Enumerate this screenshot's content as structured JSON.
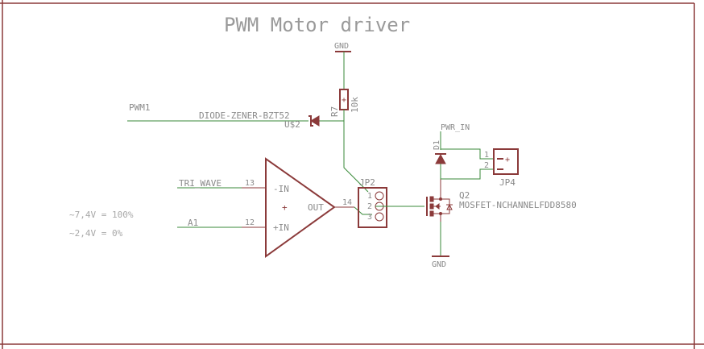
{
  "title": "PWM Motor driver",
  "colors": {
    "symbol": "#8b3a3a",
    "wire": "#3a8a3a",
    "text": "#8a8a8a"
  },
  "nets": {
    "gnd_top": "GND",
    "gnd_bottom": "GND",
    "pwm1": "PWM1",
    "tri_wave": "TRI_WAVE",
    "a1": "A1",
    "pwr_in": "PWR_IN"
  },
  "components": {
    "r7": {
      "name": "R7",
      "value": "10k"
    },
    "zener": {
      "name": "U$2",
      "value": "DIODE-ZENER-BZT52"
    },
    "opamp": {
      "pin_minus_label": "-IN",
      "pin_plus_label": "+IN",
      "out_label": "OUT",
      "center_mark": "+",
      "pin_minus_num": "13",
      "pin_plus_num": "12",
      "pin_out_num": "14"
    },
    "jp2": {
      "name": "JP2",
      "pins": [
        "1",
        "2",
        "3"
      ]
    },
    "q2": {
      "name": "Q2",
      "value": "MOSFET-NCHANNELFDD8580"
    },
    "d1": {
      "name": "D1"
    },
    "jp4": {
      "name": "JP4",
      "pins": [
        "1",
        "2"
      ],
      "pin_marks": [
        "+",
        "-"
      ]
    }
  },
  "notes": [
    "~7,4V = 100%",
    "~2,4V = 0%"
  ]
}
